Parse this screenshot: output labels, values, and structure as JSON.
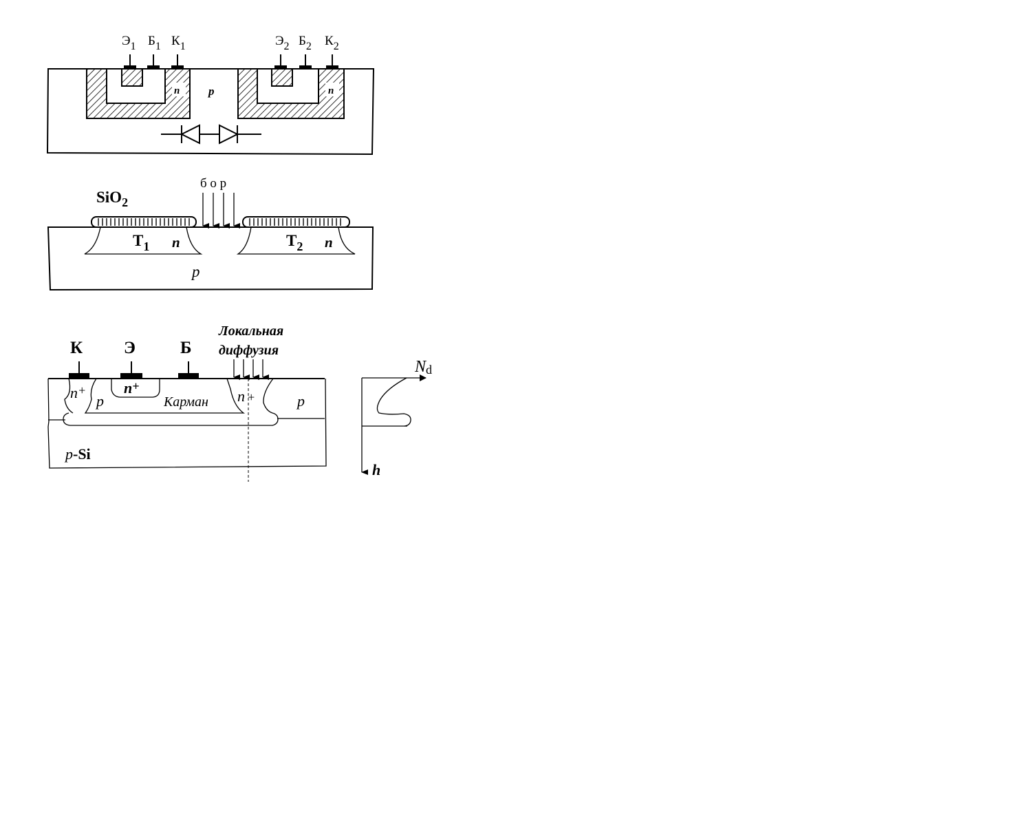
{
  "fig1": {
    "terminals": [
      {
        "letter": "Э",
        "sub": "1"
      },
      {
        "letter": "Б",
        "sub": "1"
      },
      {
        "letter": "К",
        "sub": "1"
      },
      {
        "letter": "Э",
        "sub": "2"
      },
      {
        "letter": "Б",
        "sub": "2"
      },
      {
        "letter": "К",
        "sub": "2"
      }
    ],
    "n_left": "n",
    "p_mid": "p",
    "n_right": "n"
  },
  "fig2": {
    "oxide": "SiO",
    "oxide_sub": "2",
    "dopant": "б о р",
    "t1": "T",
    "t1_sub": "1",
    "t1_n": "n",
    "t2": "T",
    "t2_sub": "2",
    "t2_n": "n",
    "substrate": "p"
  },
  "fig3": {
    "k": "К",
    "e": "Э",
    "b": "Б",
    "diff_line1": "Локальная",
    "diff_line2": "диффузия",
    "n_plus_left": "n",
    "n_plus_emitter": "n",
    "plus": "+",
    "p_left": "p",
    "pocket": "Карман",
    "n_plus_right": "n",
    "p_right": "p",
    "substrate_p": "p",
    "substrate_si": "-Si",
    "profile_nd": "N",
    "profile_nd_sub": "d",
    "profile_h": "h"
  }
}
